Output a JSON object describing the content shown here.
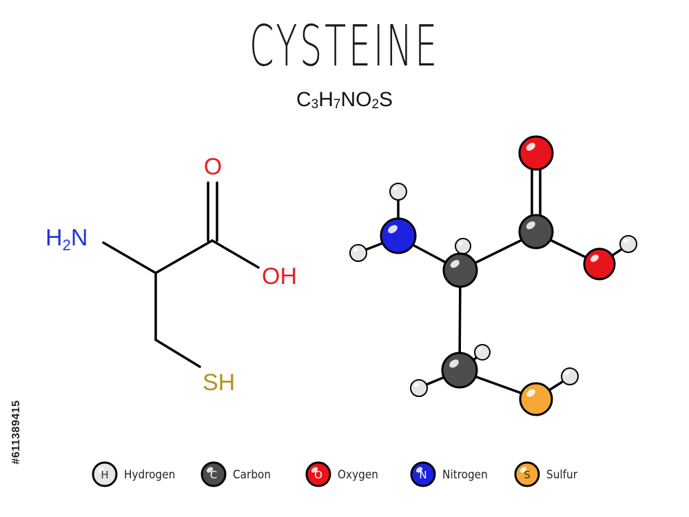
{
  "title": "CYSTEINE",
  "formula": {
    "parts": [
      {
        "t": "C",
        "sub": false
      },
      {
        "t": "3",
        "sub": true
      },
      {
        "t": "H",
        "sub": false
      },
      {
        "t": "7",
        "sub": true
      },
      {
        "t": "NO",
        "sub": false
      },
      {
        "t": "2",
        "sub": true
      },
      {
        "t": "S",
        "sub": false
      }
    ]
  },
  "skeletal": {
    "oxygen_label": "O",
    "amine_label_h": "H",
    "amine_label_sub": "2",
    "amine_label_n": "N",
    "hydroxyl_label": "OH",
    "thiol_label": "SH"
  },
  "watermark": "#611389415",
  "colors": {
    "oxygen": "#e81d22",
    "nitrogen": "#2233dd",
    "sulfur": "#b5911c",
    "hydrogen_atom": "#e6e6e6",
    "carbon_atom": "#4d4d4d",
    "oxygen_atom": "#e8141b",
    "nitrogen_atom": "#1d22e0",
    "sulfur_atom": "#f4a836"
  },
  "legend": [
    {
      "letter": "H",
      "label": "Hydrogen",
      "element": "hydrogen"
    },
    {
      "letter": "C",
      "label": "Carbon",
      "element": "carbon"
    },
    {
      "letter": "O",
      "label": "Oxygen",
      "element": "oxygen"
    },
    {
      "letter": "N",
      "label": "Nitrogen",
      "element": "nitrogen"
    },
    {
      "letter": "S",
      "label": "Sulfur",
      "element": "sulfur"
    }
  ]
}
